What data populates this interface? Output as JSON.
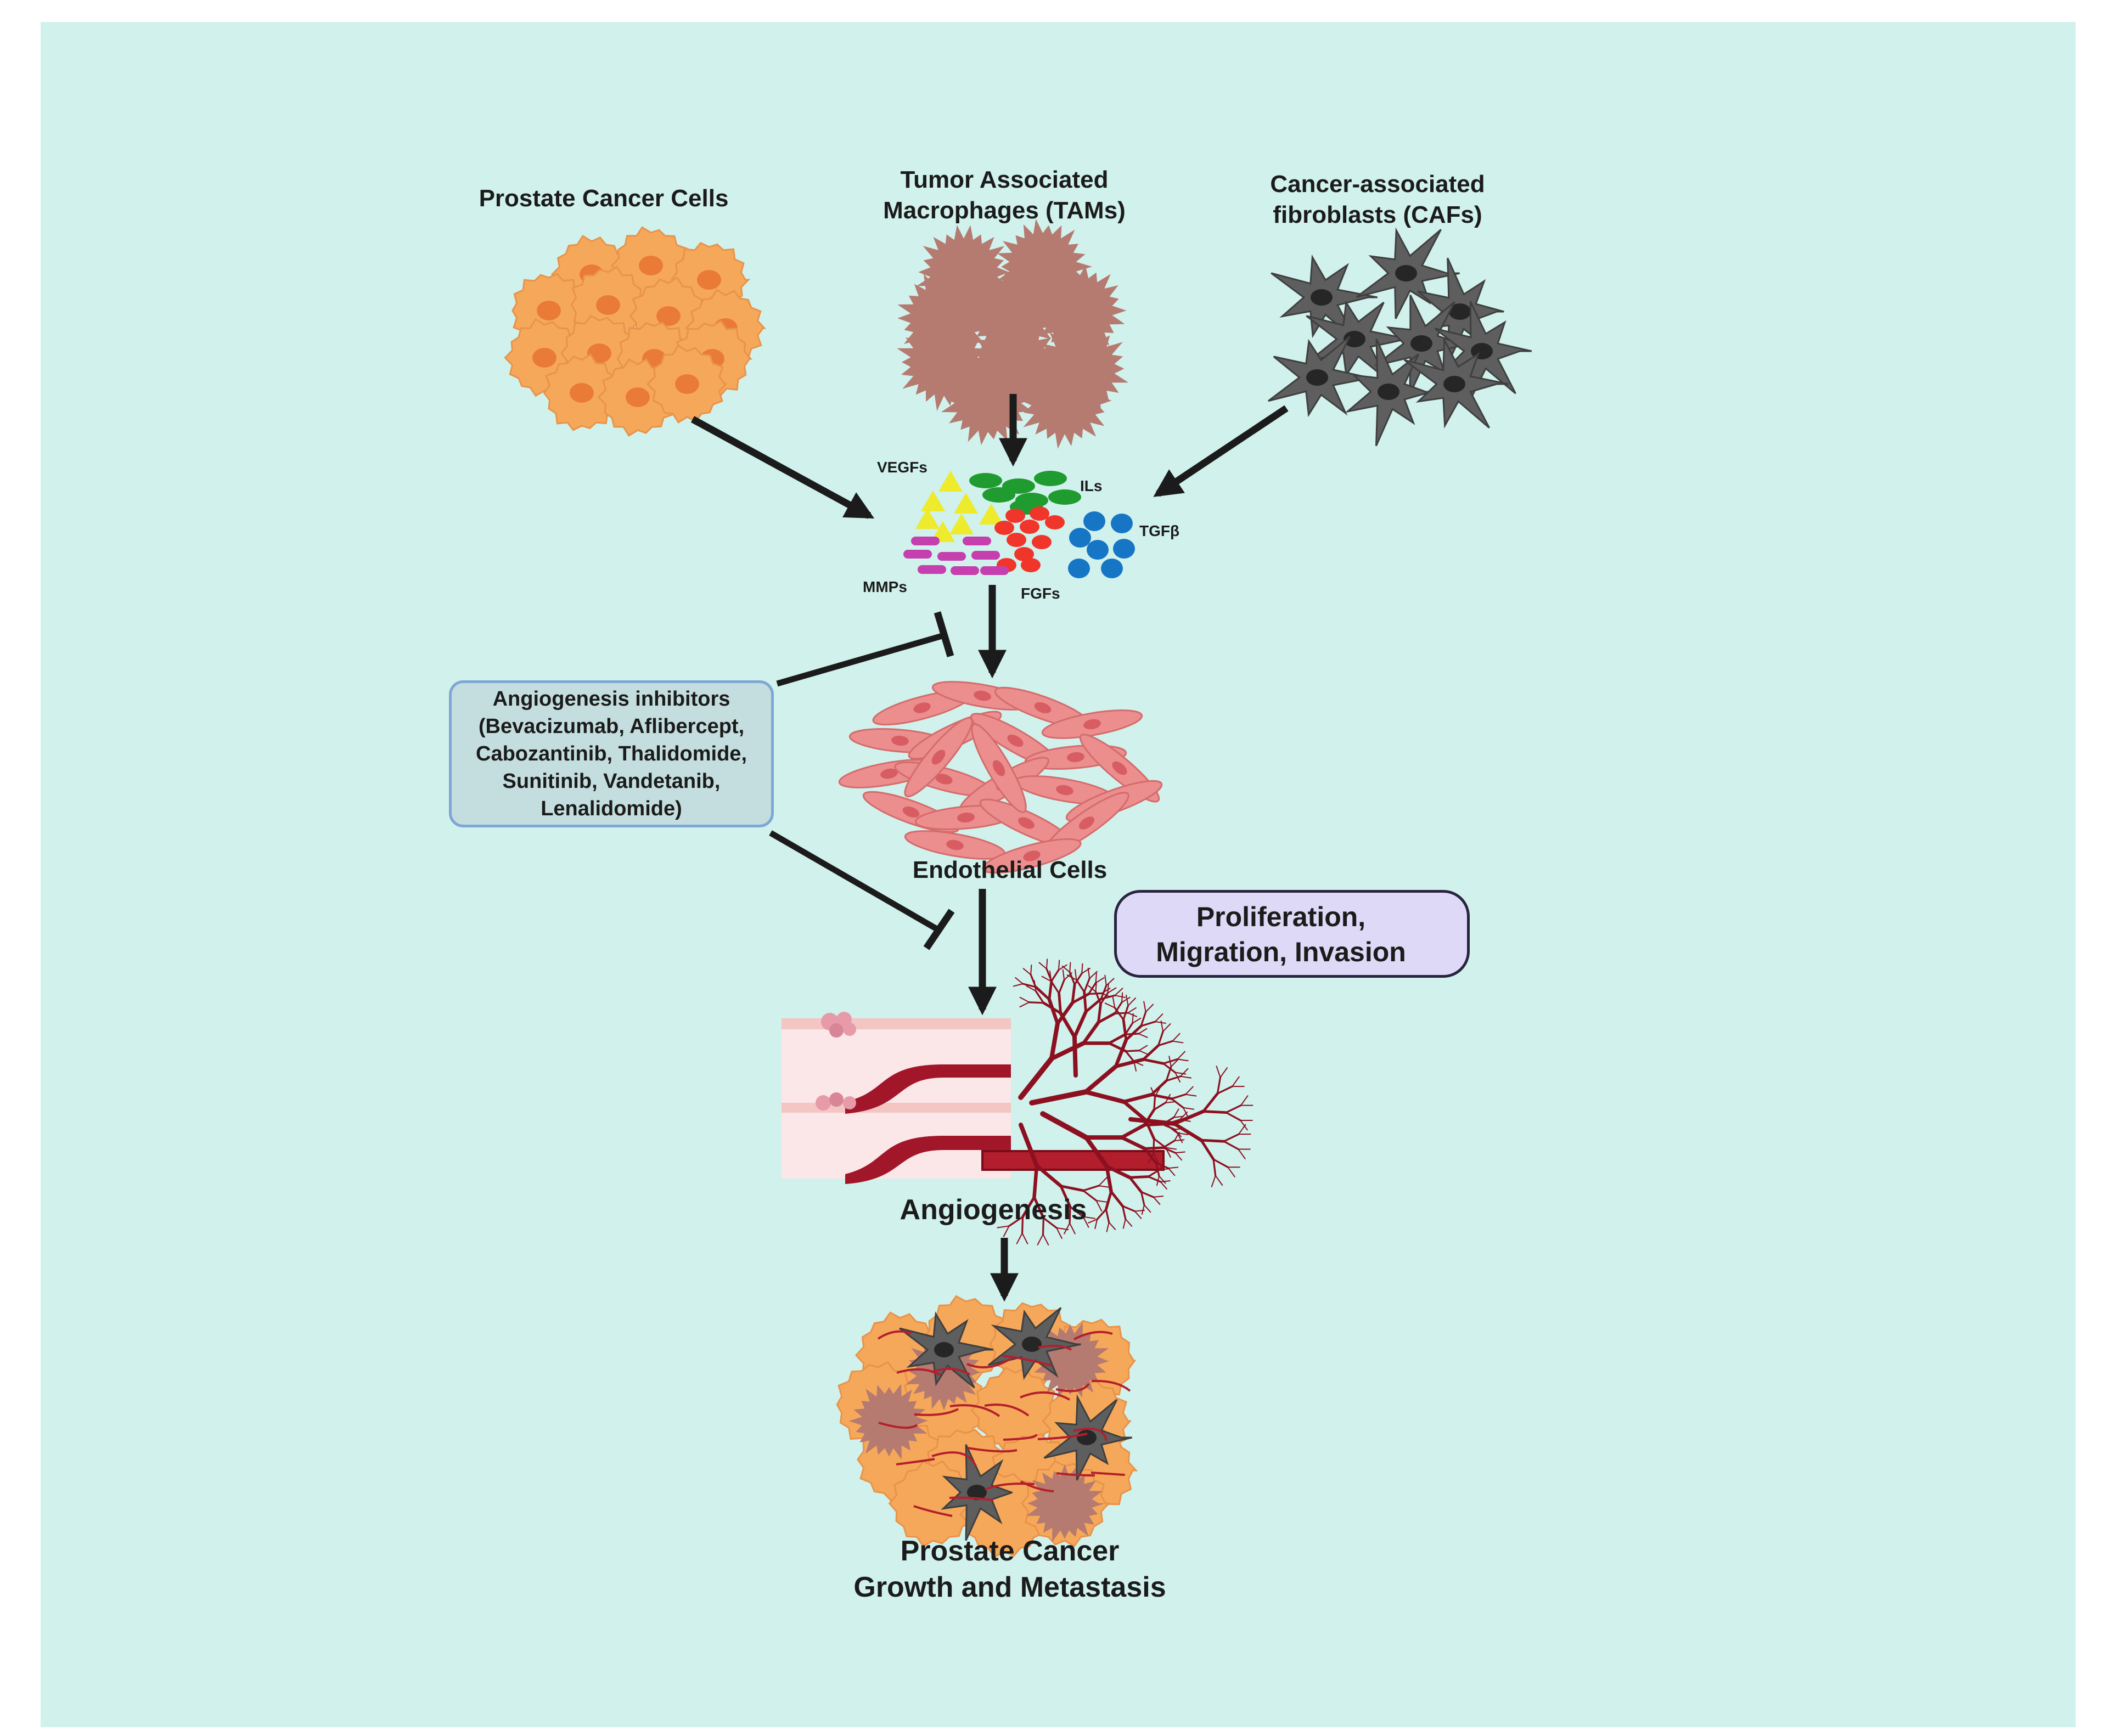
{
  "labels": {
    "prostate_cancer_cells": "Prostate Cancer Cells",
    "tams_line1": "Tumor Associated",
    "tams_line2": "Macrophages (TAMs)",
    "cafs_line1": "Cancer-associated",
    "cafs_line2": "fibroblasts (CAFs)",
    "vegfs": "VEGFs",
    "ils": "ILs",
    "tgfb": "TGFβ",
    "mmps": "MMPs",
    "fgfs": "FGFs",
    "endothelial_cells": "Endothelial Cells",
    "angiogenesis": "Angiogenesis",
    "outcome_line1": "Prostate Cancer",
    "outcome_line2": "Growth and Metastasis"
  },
  "inhibitors_box": {
    "lines": [
      "Angiogenesis inhibitors",
      "(Bevacizumab,  Aflibercept,",
      "Cabozantinib, Thalidomide,",
      "Sunitinib,  Vandetanib,",
      "Lenalidomide)"
    ]
  },
  "effects_box": {
    "lines": [
      "Proliferation,",
      "Migration, Invasion"
    ],
    "icon": "up-arrow-icon"
  },
  "colors": {
    "background": "#d0f1ec",
    "cancer_cell": "#f6a85a",
    "macrophage": "#b57a70",
    "fibroblast": "#5e5e5e",
    "endothelial": "#ec8e8e",
    "vegf": "#eeea2c",
    "il": "#1f9b2f",
    "fgf": "#f0352a",
    "tgfb": "#1676c5",
    "mmp": "#c63fae",
    "vessel": "#8c1020",
    "arrow": "#1b1b1b"
  }
}
